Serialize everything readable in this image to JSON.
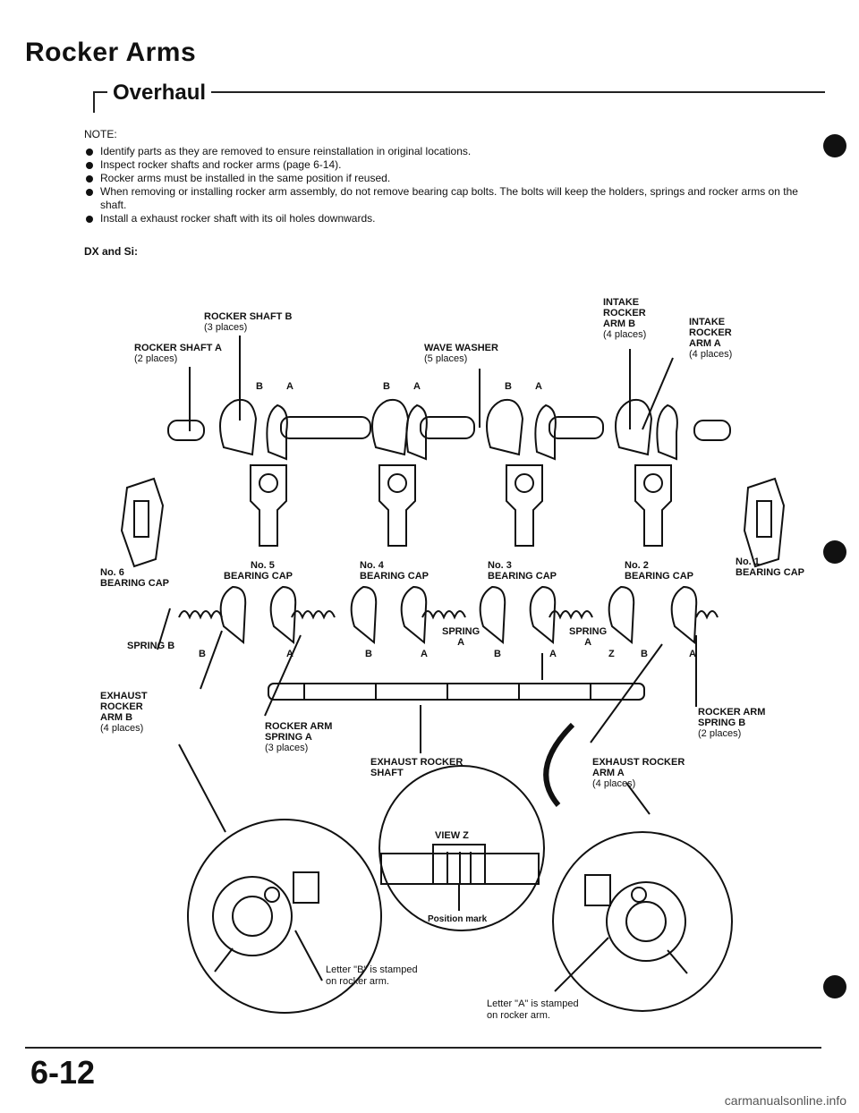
{
  "header": {
    "title": "Rocker Arms",
    "subtitle": "Overhaul"
  },
  "notes": {
    "heading": "NOTE:",
    "items": [
      "Identify parts as they are removed to ensure reinstallation in original locations.",
      "Inspect rocker shafts and rocker arms (page 6-14).",
      "Rocker arms must be installed in the same position if reused.",
      "When removing or installing rocker arm assembly, do not remove bearing cap bolts. The bolts will keep the holders, springs and rocker arms on the shaft.",
      "Install a exhaust rocker shaft with its oil holes downwards."
    ]
  },
  "variant": "DX and Si:",
  "labels": {
    "rocker_shaft_b": {
      "name": "ROCKER SHAFT B",
      "qty": "(3 places)"
    },
    "rocker_shaft_a": {
      "name": "ROCKER SHAFT A",
      "qty": "(2 places)"
    },
    "wave_washer": {
      "name": "WAVE WASHER",
      "qty": "(5 places)"
    },
    "intake_rocker_arm_b": {
      "l1": "INTAKE",
      "l2": "ROCKER",
      "l3": "ARM B",
      "qty": "(4 places)"
    },
    "intake_rocker_arm_a": {
      "l1": "INTAKE",
      "l2": "ROCKER",
      "l3": "ARM A",
      "qty": "(4 places)"
    },
    "cap6": {
      "l1": "No. 6",
      "l2": "BEARING CAP"
    },
    "cap5": {
      "l1": "No. 5",
      "l2": "BEARING CAP"
    },
    "cap4": {
      "l1": "No. 4",
      "l2": "BEARING CAP"
    },
    "cap3": {
      "l1": "No. 3",
      "l2": "BEARING CAP"
    },
    "cap2": {
      "l1": "No. 2",
      "l2": "BEARING CAP"
    },
    "cap1": {
      "l1": "No. 1",
      "l2": "BEARING CAP"
    },
    "spring_b": "SPRING B",
    "spring_a1": {
      "l1": "SPRING",
      "l2": "A"
    },
    "spring_a2": {
      "l1": "SPRING",
      "l2": "A"
    },
    "exhaust_rocker_arm_b": {
      "l1": "EXHAUST",
      "l2": "ROCKER",
      "l3": "ARM B",
      "qty": "(4 places)"
    },
    "rocker_arm_spring_a": {
      "l1": "ROCKER ARM",
      "l2": "SPRING A",
      "qty": "(3 places)"
    },
    "exhaust_rocker_shaft": {
      "l1": "EXHAUST ROCKER",
      "l2": "SHAFT"
    },
    "rocker_arm_spring_b": {
      "l1": "ROCKER ARM",
      "l2": "SPRING B",
      "qty": "(2 places)"
    },
    "exhaust_rocker_arm_a": {
      "l1": "EXHAUST ROCKER",
      "l2": "ARM A",
      "qty": "(4 places)"
    },
    "view_z": "VIEW Z",
    "position_mark": "Position mark",
    "letter_b": {
      "l1": "Letter \"B\" is stamped",
      "l2": "on rocker arm."
    },
    "letter_a": {
      "l1": "Letter \"A\" is stamped",
      "l2": "on rocker arm."
    },
    "top_letters": [
      "B",
      "A",
      "B",
      "A",
      "B",
      "A"
    ],
    "bottom_letters": [
      "B",
      "A",
      "B",
      "A",
      "B",
      "A",
      "Z",
      "B",
      "A"
    ]
  },
  "page_number": "6-12",
  "watermark": "carmanualsonline.info"
}
